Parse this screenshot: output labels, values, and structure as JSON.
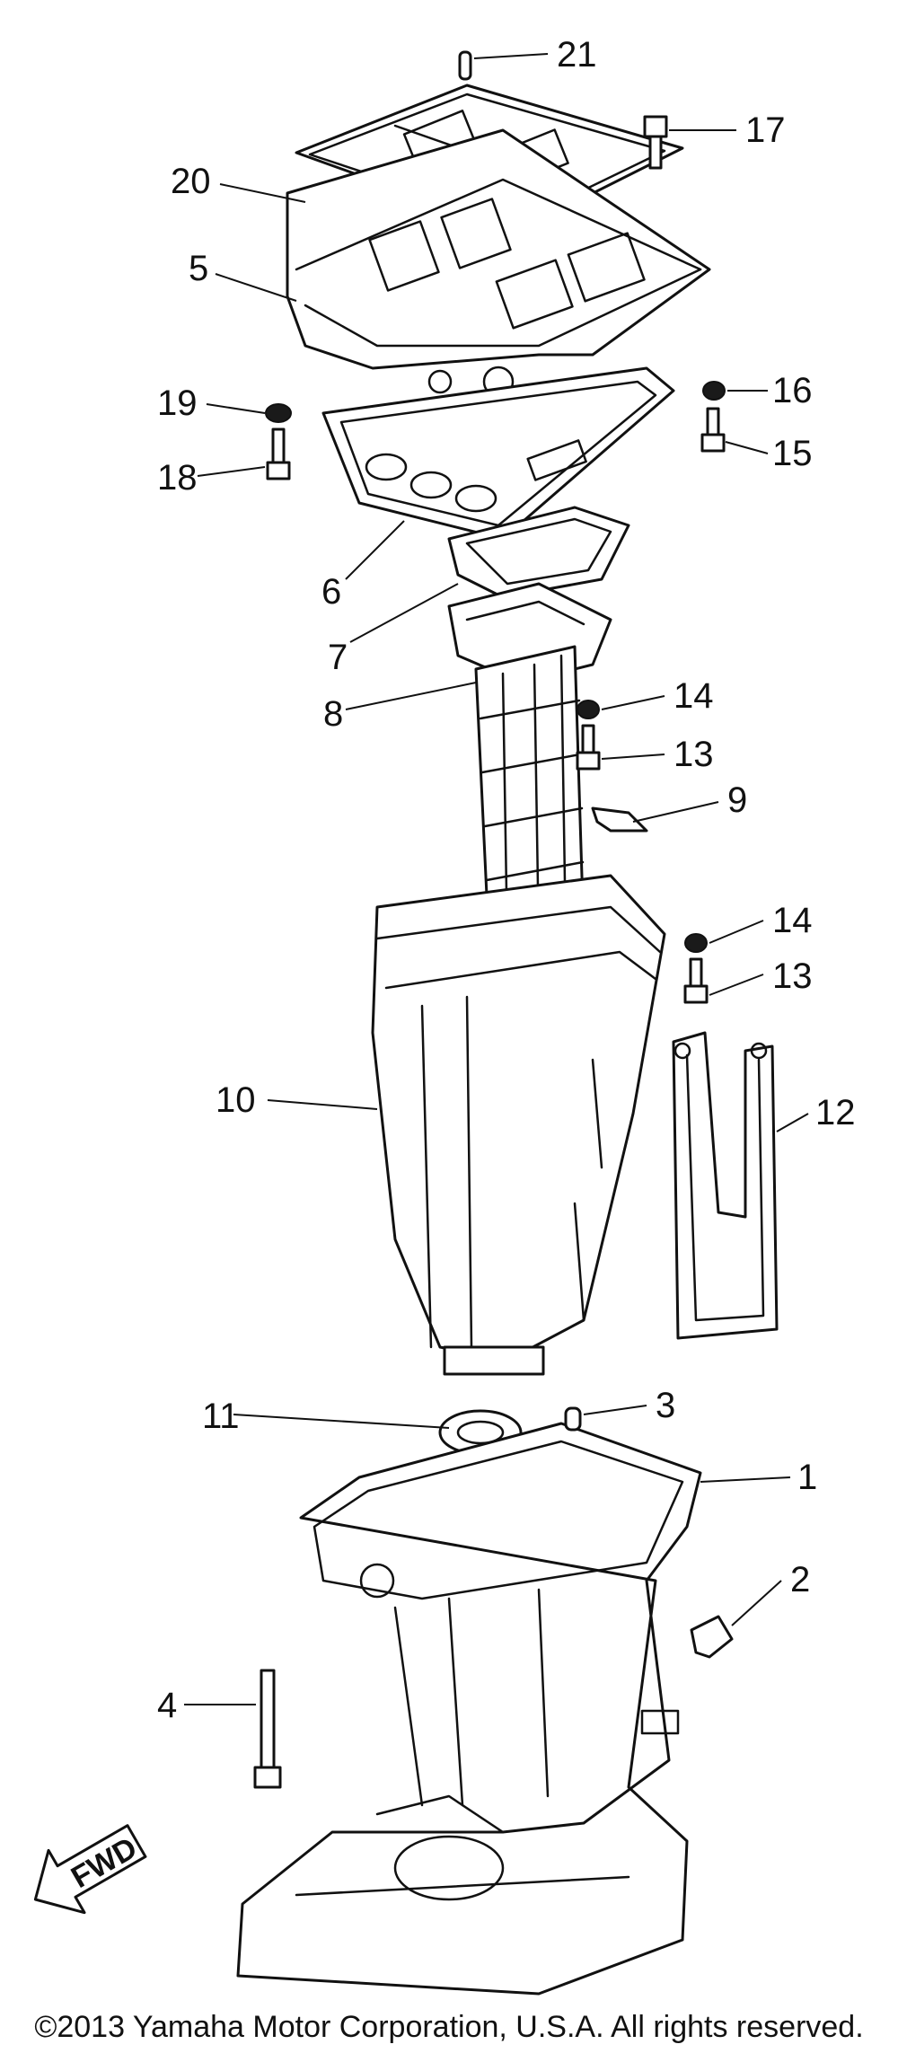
{
  "callouts": {
    "c1": "1",
    "c2": "2",
    "c3": "3",
    "c4": "4",
    "c5": "5",
    "c6": "6",
    "c7": "7",
    "c8": "8",
    "c9": "9",
    "c10": "10",
    "c11": "11",
    "c12": "12",
    "c13a": "13",
    "c13b": "13",
    "c14a": "14",
    "c14b": "14",
    "c15": "15",
    "c16": "16",
    "c17": "17",
    "c18": "18",
    "c19": "19",
    "c20": "20",
    "c21": "21"
  },
  "fwd_label": "FWD",
  "copyright": "©2013 Yamaha Motor Corporation, U.S.A. All rights reserved."
}
